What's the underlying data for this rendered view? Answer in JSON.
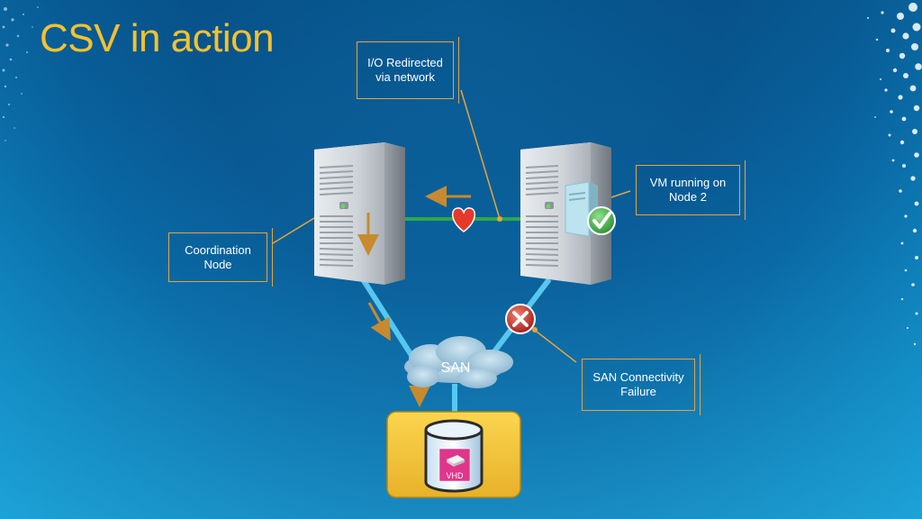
{
  "slide": {
    "title": "CSV in action"
  },
  "callouts": {
    "io_redirected": "I/O Redirected via network",
    "vm_running": "VM running on Node 2",
    "coordination": "Coordination Node",
    "san_failure": "SAN Connectivity Failure"
  },
  "diagram": {
    "san_label": "SAN",
    "vhd_label": "VHD"
  },
  "icons": [
    "heartbeat-heart-icon",
    "check-icon",
    "error-x-icon",
    "vm-icon",
    "database-icon",
    "cloud-icon"
  ],
  "colors": {
    "title": "#f5c12e",
    "callout_border": "#e3a63c",
    "network_link": "#2fa84a",
    "san_link": "#56c8f0",
    "storage_box": "#f3c43a",
    "heart": "#e53a2a",
    "error": "#c42a2a",
    "check": "#3aa83a"
  }
}
